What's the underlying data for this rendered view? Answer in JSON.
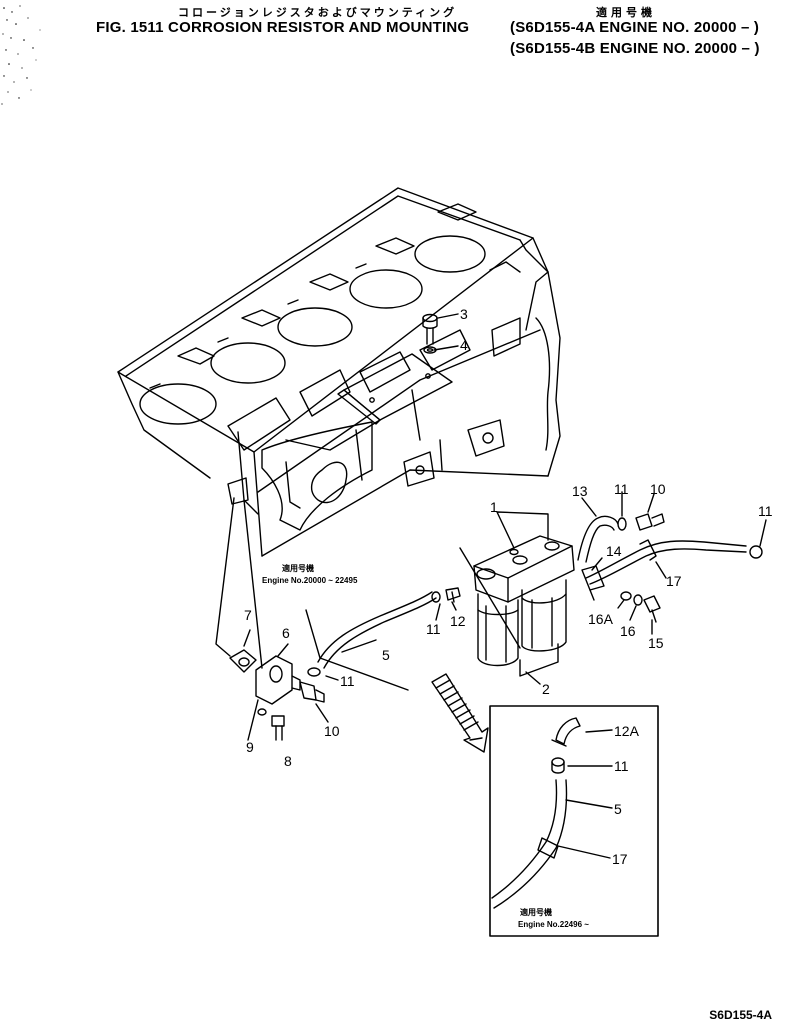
{
  "header": {
    "title_jp": "コロージョンレジスタおよびマウンティング",
    "applicability_jp": "適用号機",
    "title": "FIG. 1511 CORROSION RESISTOR AND MOUNTING",
    "model_line_1": "(S6D155-4A  ENGINE NO. 20000 – )",
    "model_line_2": "(S6D155-4B  ENGINE NO. 20000 – )"
  },
  "notes": {
    "main": {
      "jp": "適用号機",
      "en": "Engine  No.20000 ~ 22495"
    },
    "inset": {
      "jp": "適用号機",
      "en": "Engine  No.22496 ~"
    }
  },
  "callouts": {
    "c1": "1",
    "c2": "2",
    "c3": "3",
    "c4": "4",
    "c5": "5",
    "c6": "6",
    "c7": "7",
    "c8": "8",
    "c9": "9",
    "c10a": "10",
    "c10b": "10",
    "c11a": "11",
    "c11b": "11",
    "c11c": "11",
    "c11d": "11",
    "c12": "12",
    "c13": "13",
    "c14": "14",
    "c15": "15",
    "c16": "16",
    "c16a": "16A",
    "c17": "17",
    "inset_12a": "12A",
    "inset_11": "11",
    "inset_5": "5",
    "inset_17": "17"
  },
  "footer": {
    "code": "S6D155-4A"
  }
}
